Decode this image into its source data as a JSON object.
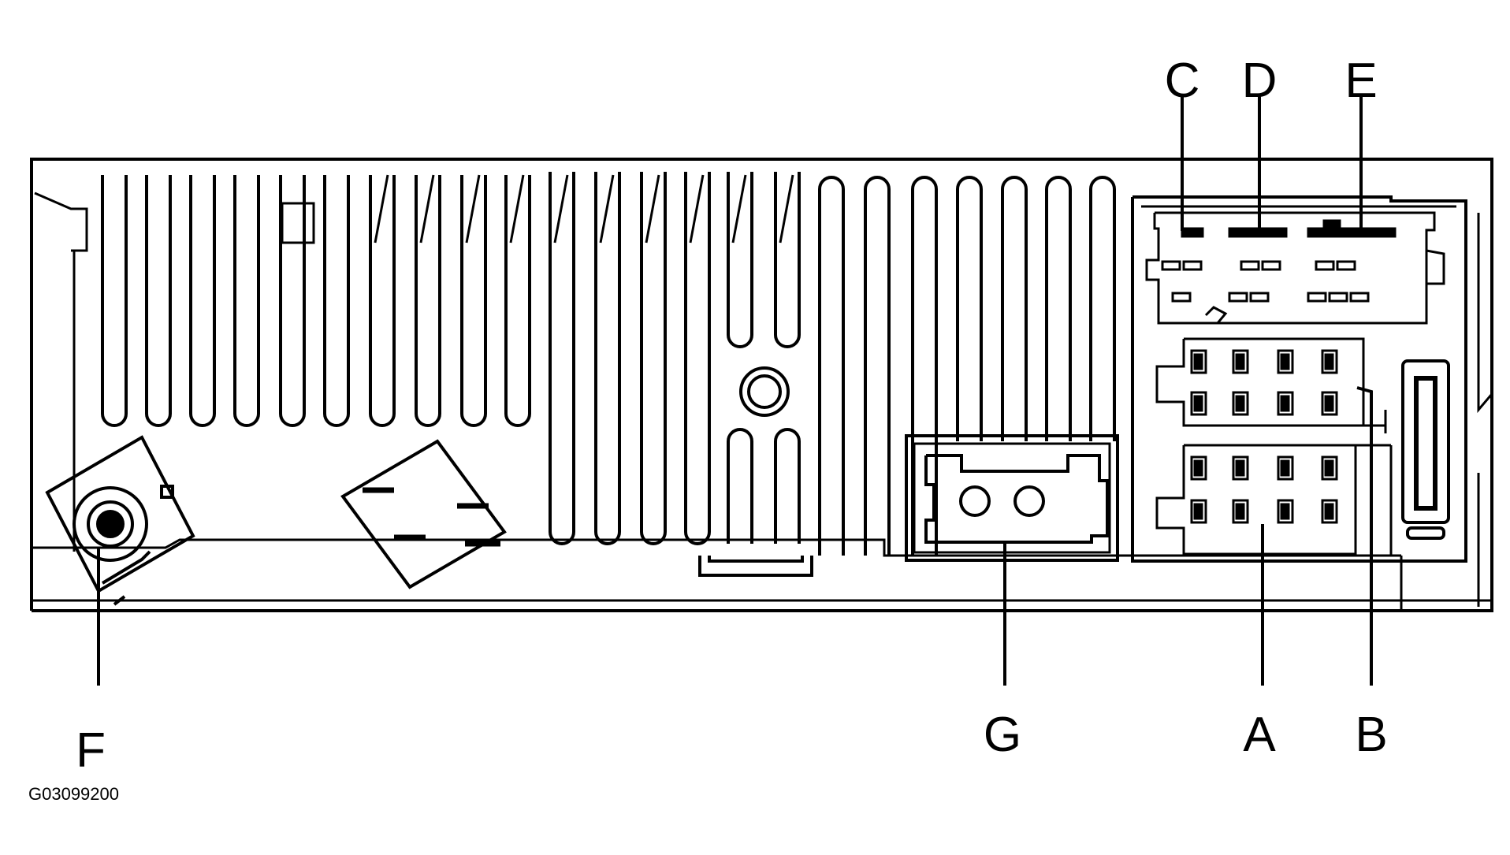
{
  "figure_id": "G03099200",
  "callouts": [
    {
      "key": "A",
      "label": "A"
    },
    {
      "key": "B",
      "label": "B"
    },
    {
      "key": "C",
      "label": "C"
    },
    {
      "key": "D",
      "label": "D"
    },
    {
      "key": "E",
      "label": "E"
    },
    {
      "key": "F",
      "label": "F"
    },
    {
      "key": "G",
      "label": "G"
    }
  ],
  "colors": {
    "ink": "#000000",
    "paper": "#ffffff"
  }
}
